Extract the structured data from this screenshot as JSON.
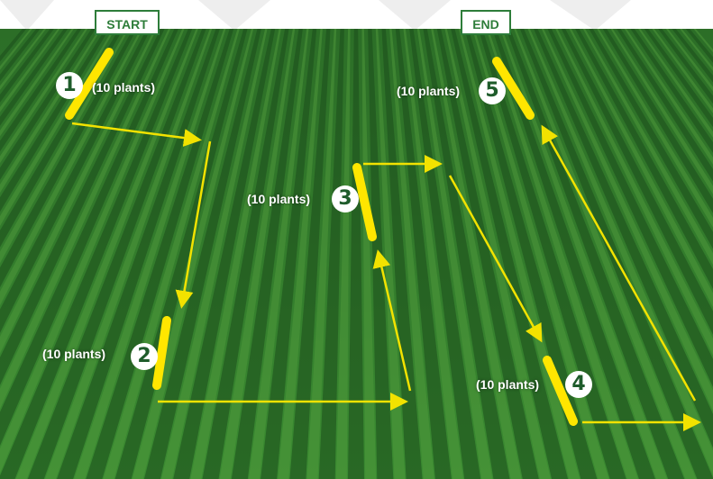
{
  "labels": {
    "start": "START",
    "end": "END"
  },
  "stations": [
    {
      "number": "1",
      "plants": "(10 plants)"
    },
    {
      "number": "2",
      "plants": "(10 plants)"
    },
    {
      "number": "3",
      "plants": "(10 plants)"
    },
    {
      "number": "4",
      "plants": "(10 plants)"
    },
    {
      "number": "5",
      "plants": "(10 plants)"
    }
  ],
  "colors": {
    "field": "#2f7a2a",
    "row_dark": "#1b4d1b",
    "row_light": "#4f9a3c",
    "marker": "#ffe600",
    "arrow": "#f2e200",
    "tag_border": "#2e7d3a",
    "tag_text": "#2e7d3a"
  }
}
